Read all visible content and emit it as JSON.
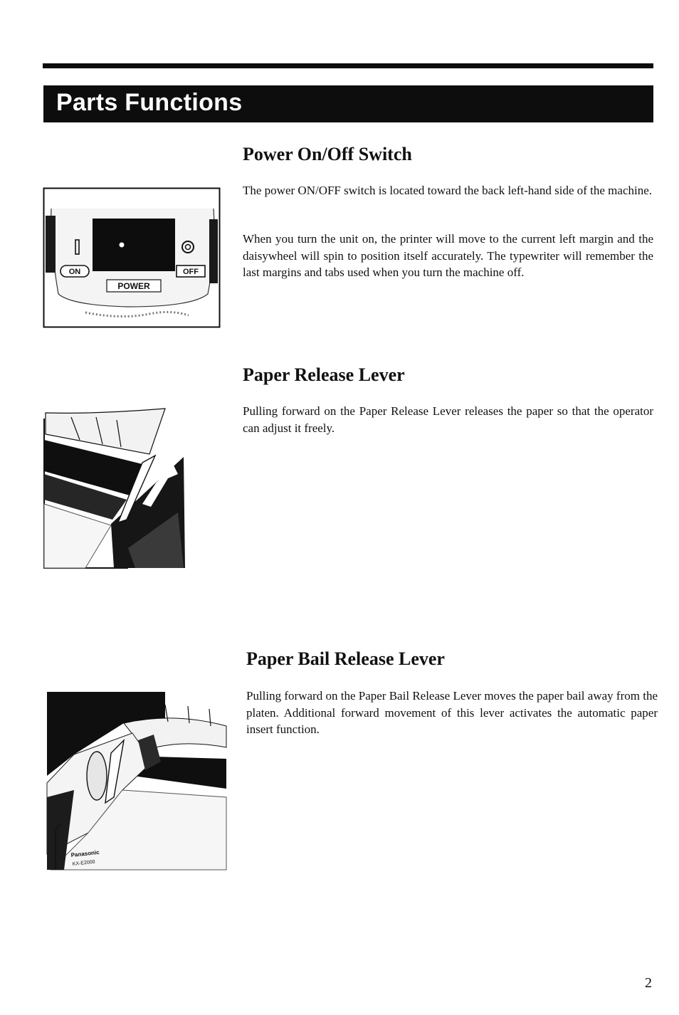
{
  "banner": {
    "title": "Parts Functions"
  },
  "sections": [
    {
      "heading": "Power On/Off Switch",
      "paragraphs": [
        "The power ON/OFF switch is located toward the back left-hand side of the machine.",
        "When you turn the unit on, the printer will move to the current left margin and the daisywheel will spin to position itself accurately. The typewriter will remember the last margins and tabs used when you turn the machine off."
      ],
      "figure_labels": {
        "on": "ON",
        "off": "OFF",
        "power": "POWER"
      }
    },
    {
      "heading": "Paper Release Lever",
      "paragraphs": [
        "Pulling forward on the Paper Release Lever releases the paper so that the operator can adjust it freely."
      ]
    },
    {
      "heading": "Paper Bail Release Lever",
      "paragraphs": [
        "Pulling forward on the Paper Bail Release Lever moves the paper bail away from the platen. Additional forward movement of this lever activates the automatic paper insert function."
      ],
      "figure_labels": {
        "brand": "Panasonic",
        "model": "KX-E2000"
      }
    }
  ],
  "page_number": "2"
}
